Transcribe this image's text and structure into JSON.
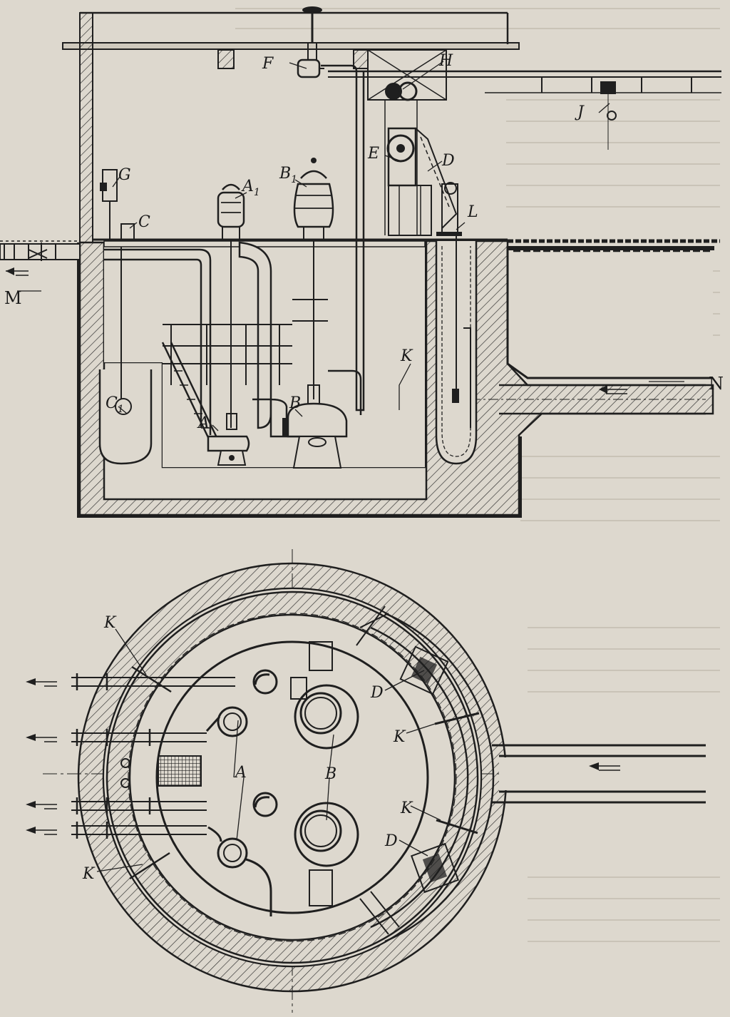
{
  "colors": {
    "paper": "#ddd8ce",
    "ink": "#1f1f1f",
    "show_through_text": "#b9b2a6"
  },
  "section_view": {
    "labels": {
      "F": "F",
      "H": "H",
      "J": "J",
      "E": "E",
      "D": "D",
      "G": "G",
      "A1": "A",
      "A1_sub": "1",
      "B1": "B",
      "B1_sub": "1",
      "C": "C",
      "L": "L",
      "M": "M",
      "K": "K",
      "C1": "C",
      "C1_sub": "1",
      "A": "A",
      "B": "B",
      "N": "N"
    }
  },
  "plan_view": {
    "labels": {
      "K_top_left": "K",
      "D_top": "D",
      "K_right_upper": "K",
      "A": "A",
      "B": "B",
      "K_right_lower": "K",
      "D_bottom": "D",
      "K_bottom_left": "K"
    }
  }
}
